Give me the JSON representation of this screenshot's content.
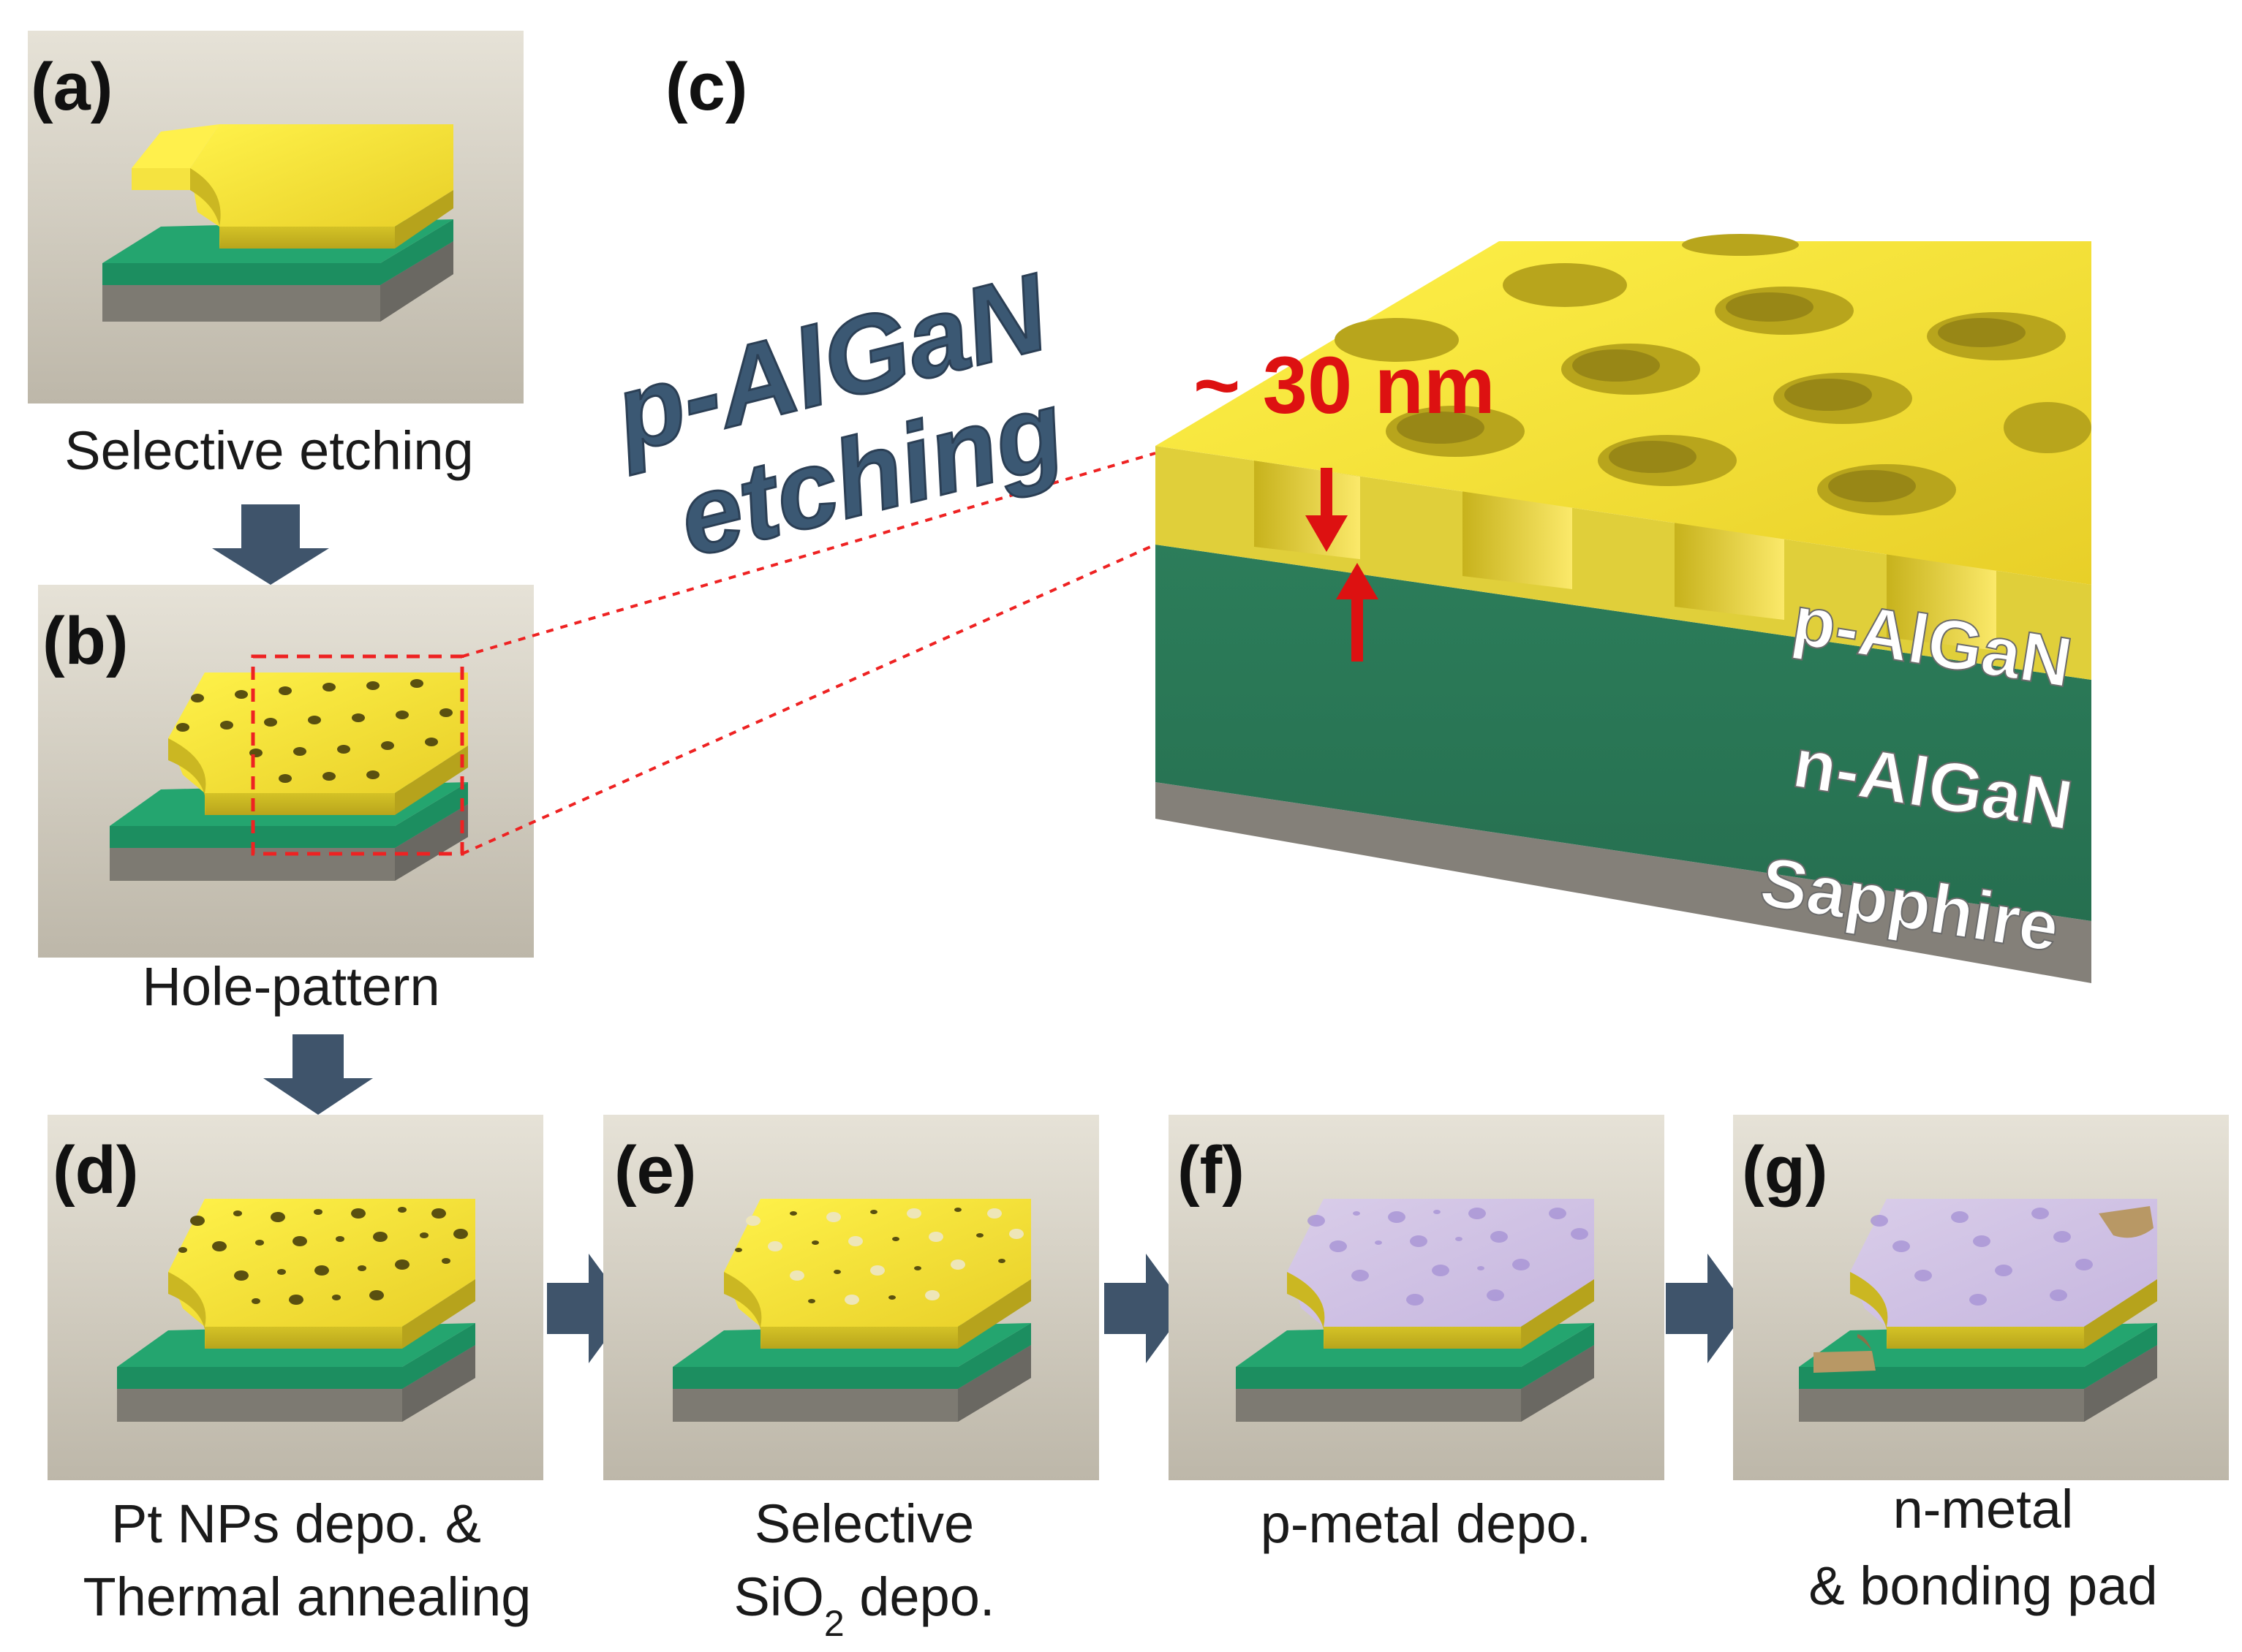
{
  "panels": {
    "a": {
      "label": "(a)",
      "caption": "Selective etching"
    },
    "b": {
      "label": "(b)",
      "caption": "Hole-pattern"
    },
    "c": {
      "label": "(c)",
      "title_line1": "p-AlGaN",
      "title_line2": "etching",
      "depth": "~ 30 nm",
      "layers": {
        "p": "p-AlGaN",
        "n": "n-AlGaN",
        "substrate": "Sapphire"
      }
    },
    "d": {
      "label": "(d)",
      "caption_line1": "Pt NPs depo. &",
      "caption_line2": "Thermal annealing"
    },
    "e": {
      "label": "(e)",
      "caption_line1": "Selective",
      "caption_line2_a": "SiO",
      "caption_line2_sub": "2",
      "caption_line2_b": " depo."
    },
    "f": {
      "label": "(f)",
      "caption": "p-metal depo."
    },
    "g": {
      "label": "(g)",
      "caption_line1": "n-metal",
      "caption_line2": "& bonding pad"
    }
  },
  "colors": {
    "p_algan": "#f2e23a",
    "n_algan": "#1f9a6a",
    "sapphire": "#8a8a84",
    "p_metal": "#c8b8e0",
    "bonding_pad": "#c0a070",
    "arrow": "#3f546b",
    "highlight": "#ee2222"
  }
}
